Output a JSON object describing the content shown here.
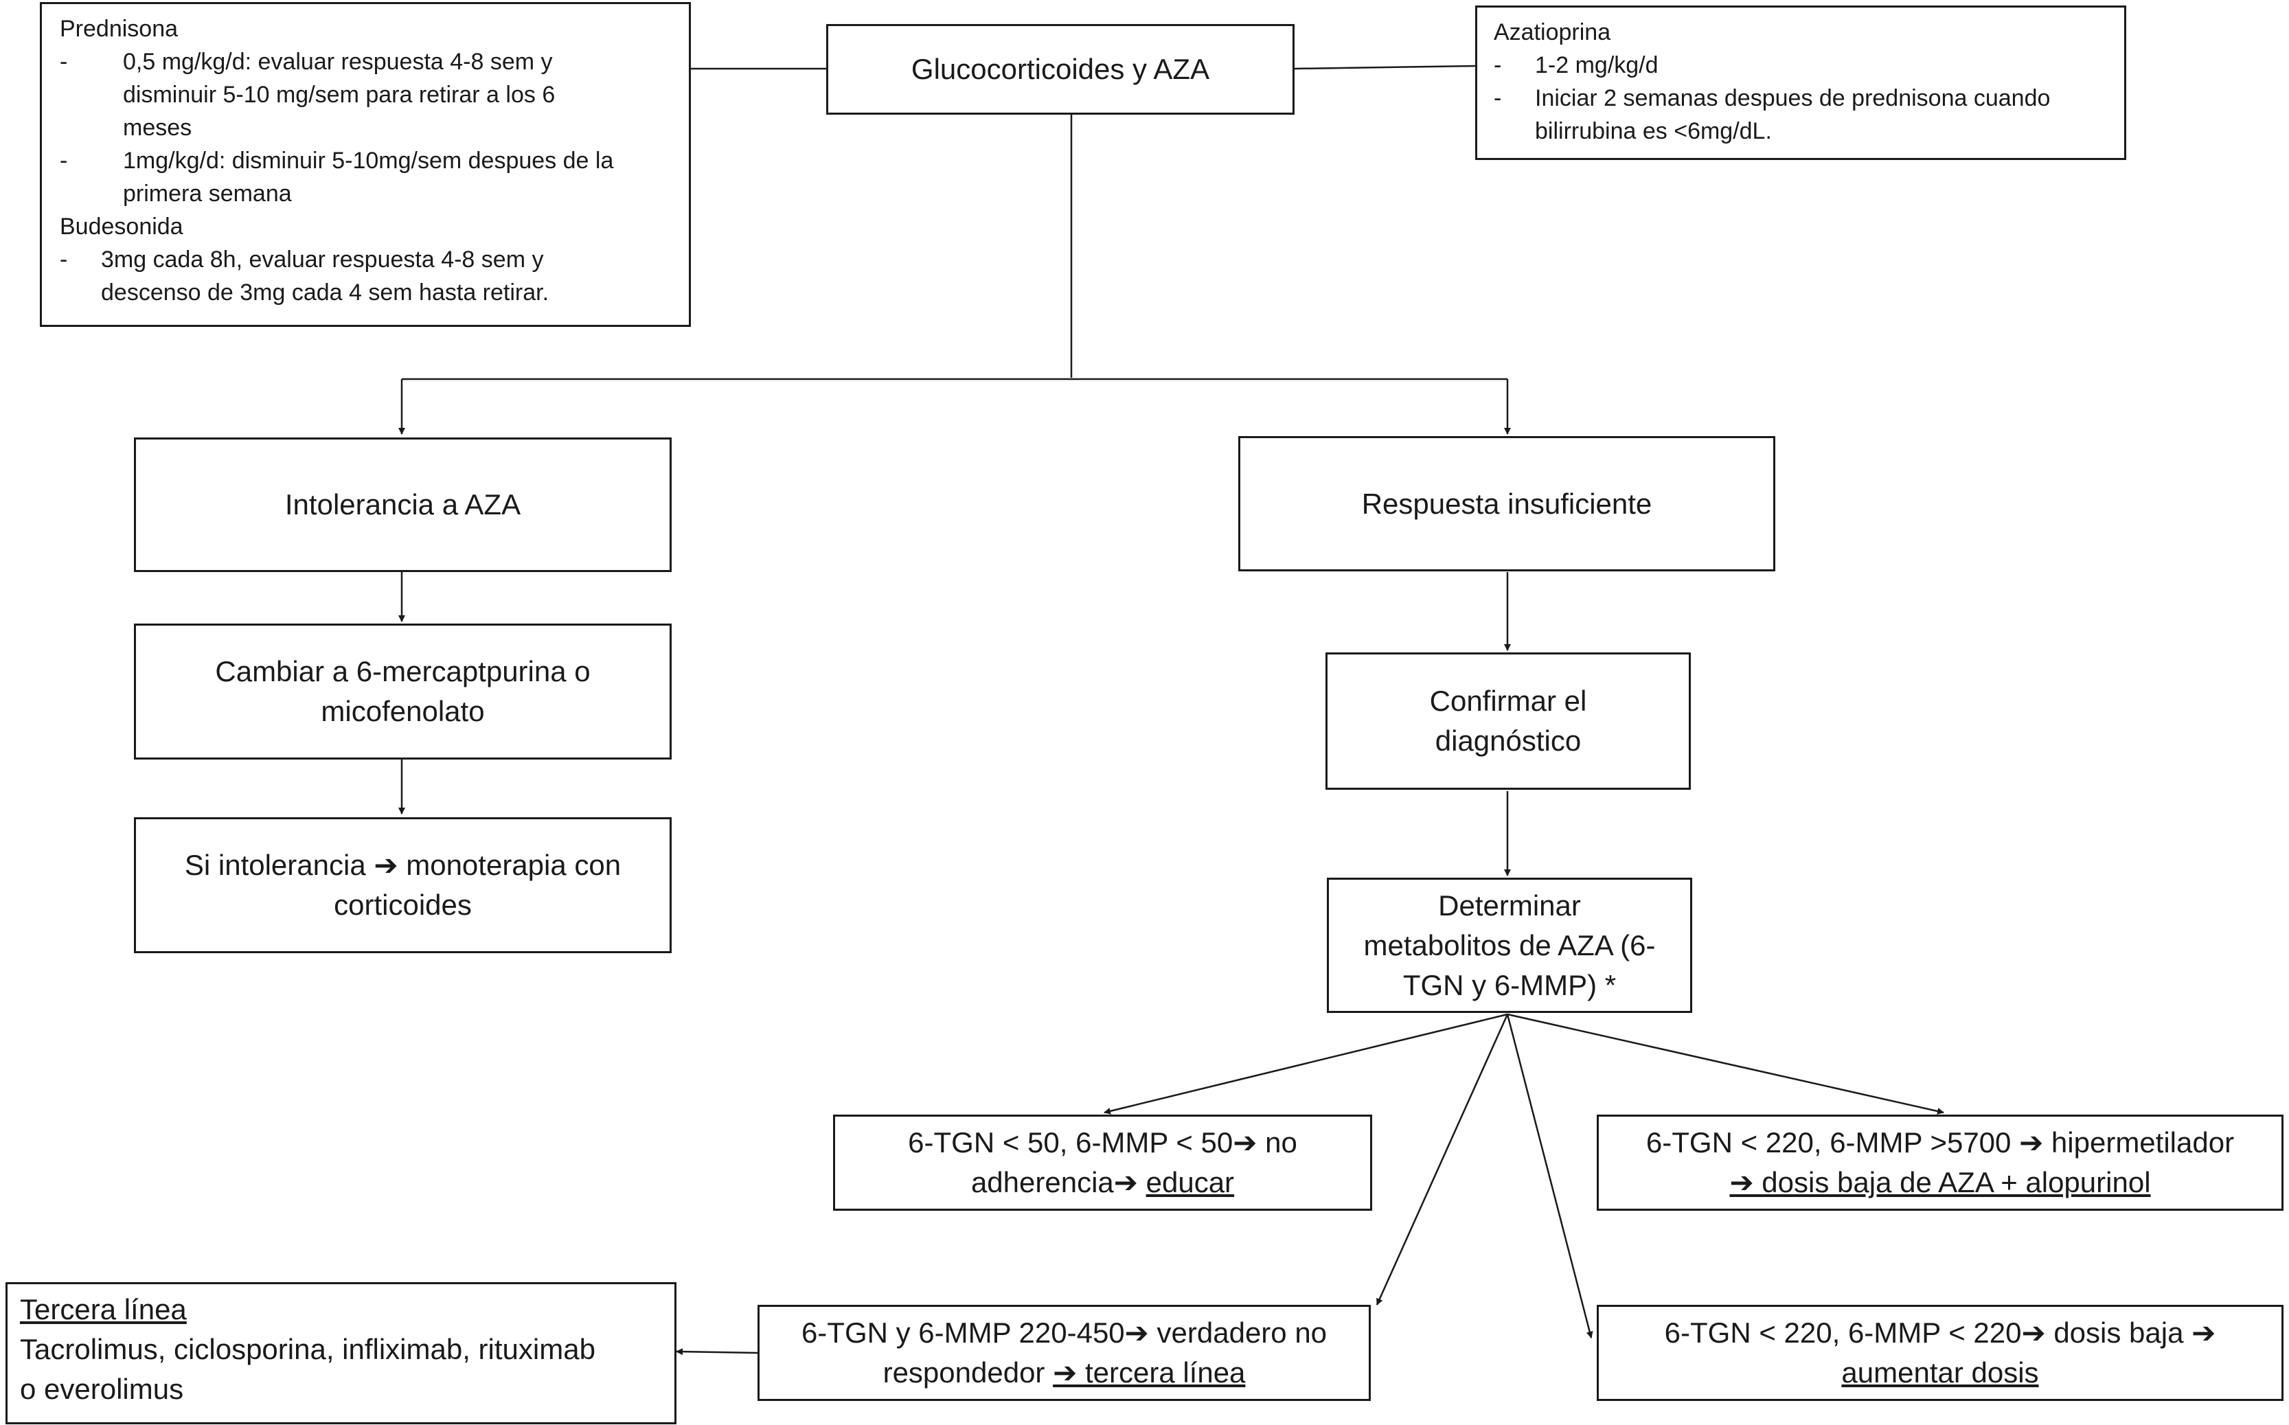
{
  "diagram": {
    "root": {
      "label": "Glucocorticoides y AZA"
    },
    "prednisona_box": {
      "title": "Prednisona",
      "bullets": [
        {
          "dash": "-",
          "lines": [
            "0,5 mg/kg/d: evaluar respuesta 4-8 sem y",
            "disminuir 5-10 mg/sem para retirar a los 6",
            "meses"
          ]
        },
        {
          "dash": "-",
          "lines": [
            "1mg/kg/d: disminuir 5-10mg/sem despues de la",
            "primera semana"
          ]
        }
      ],
      "title2": "Budesonida",
      "bullets2": [
        {
          "dash": "-",
          "lines": [
            "3mg cada 8h, evaluar respuesta 4-8 sem y",
            "descenso de 3mg cada 4 sem hasta retirar."
          ]
        }
      ]
    },
    "azatioprina_box": {
      "title": "Azatioprina",
      "bullets": [
        {
          "dash": "-",
          "lines": [
            "1-2 mg/kg/d"
          ]
        },
        {
          "dash": "-",
          "lines": [
            "Iniciar 2 semanas despues de prednisona cuando",
            "bilirrubina es <6mg/dL."
          ]
        }
      ]
    },
    "intolerancia": {
      "label": "Intolerancia a AZA"
    },
    "cambiar": {
      "line1": "Cambiar a 6-mercaptpurina o",
      "line2": "micofenolato"
    },
    "si_intolerancia": {
      "line1a": "Si intolerancia ",
      "arrow": "➔",
      "line1b": " monoterapia con",
      "line2": "corticoides"
    },
    "respuesta": {
      "label": "Respuesta insuficiente"
    },
    "confirmar": {
      "line1": "Confirmar el",
      "line2": "diagnóstico"
    },
    "determinar": {
      "line1": "Determinar",
      "line2": "metabolitos de AZA (6-",
      "line3": "TGN y 6-MMP) *"
    },
    "no_adherencia": {
      "line1": "6-TGN < 50, 6-MMP < 50➔ no",
      "line2a": "adherencia➔ ",
      "line2b": "educar"
    },
    "hipermetilador": {
      "line1": "6-TGN < 220, 6-MMP >5700 ➔ hipermetilador",
      "line2": "➔ dosis baja de AZA + alopurinol"
    },
    "verdadero": {
      "line1": "6-TGN  y 6-MMP 220-450➔ verdadero no",
      "line2a": "respondedor ",
      "line2b": "➔ tercera línea"
    },
    "dosis_baja": {
      "line1": "6-TGN < 220, 6-MMP < 220➔ dosis baja ➔",
      "line2": "aumentar dosis"
    },
    "tercera": {
      "title": "Tercera línea",
      "line1": "Tacrolimus, ciclosporina, infliximab, rituximab",
      "line2": "o  everolimus"
    }
  }
}
